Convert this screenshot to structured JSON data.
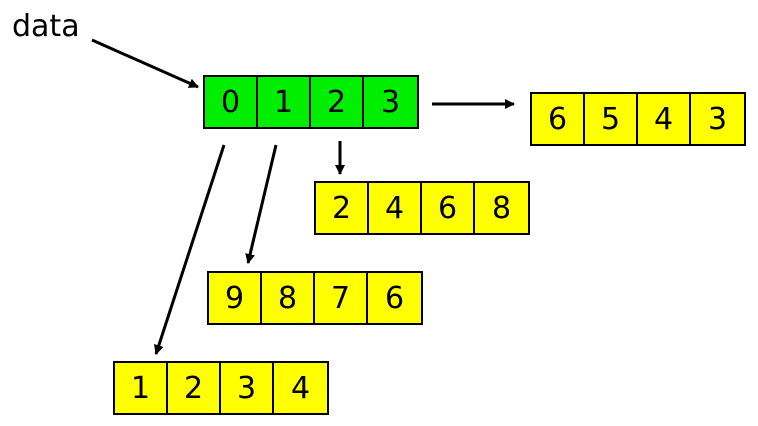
{
  "colors": {
    "main_array_fill": "#00ee00",
    "sub_array_fill": "#ffff00",
    "stroke": "#000000"
  },
  "label": "data",
  "main_array": [
    "0",
    "1",
    "2",
    "3"
  ],
  "sub_arrays": {
    "from_index_0": [
      "1",
      "2",
      "3",
      "4"
    ],
    "from_index_1": [
      "9",
      "8",
      "7",
      "6"
    ],
    "from_index_2": [
      "2",
      "4",
      "6",
      "8"
    ],
    "from_index_3": [
      "6",
      "5",
      "4",
      "3"
    ]
  }
}
